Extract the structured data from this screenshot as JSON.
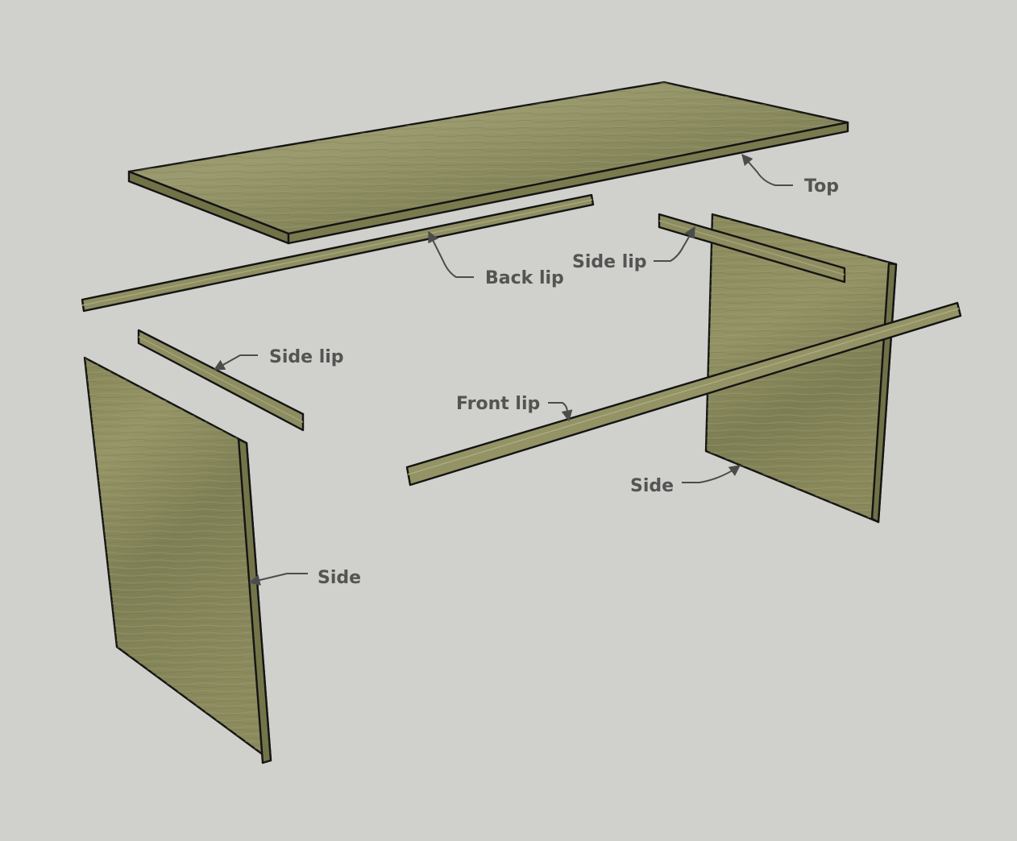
{
  "labels": {
    "top": "Top",
    "back_lip": "Back lip",
    "side_lip_right": "Side lip",
    "side_lip_left": "Side lip",
    "front_lip": "Front lip",
    "side_right": "Side",
    "side_left": "Side"
  },
  "colors": {
    "background": "#d0d1cc",
    "wood_top": "#8a8a5e",
    "wood_side": "#838358",
    "wood_edge": "#6f6f49",
    "outline": "#141414",
    "label_text": "#545454"
  }
}
